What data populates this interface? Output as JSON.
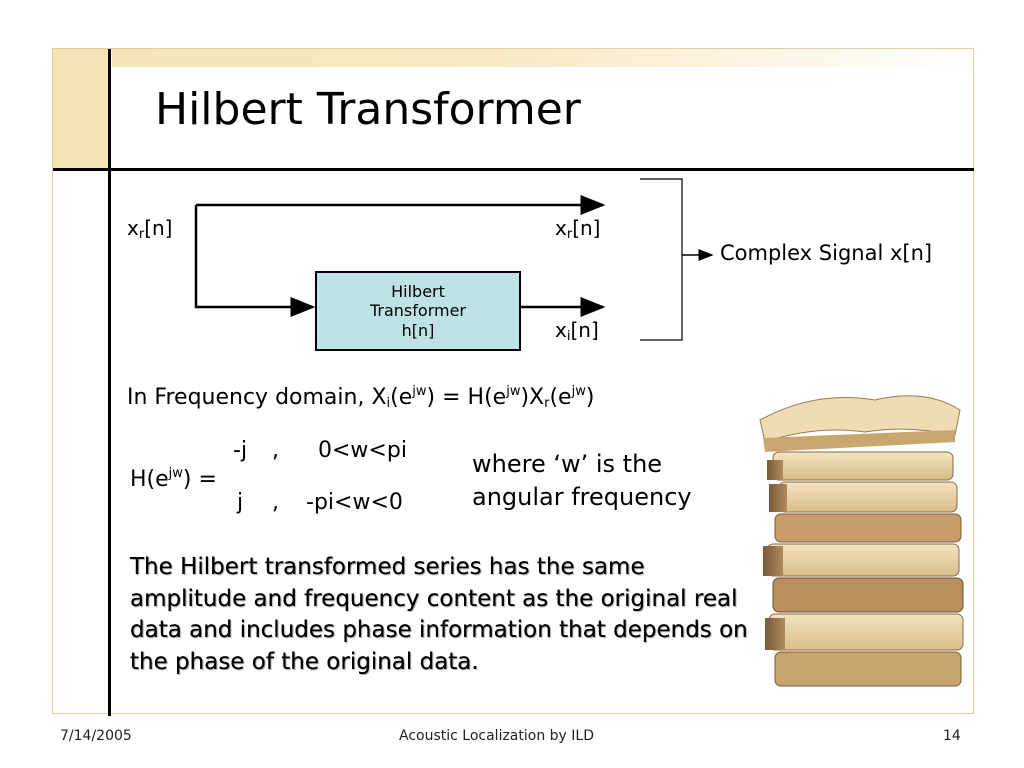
{
  "slide": {
    "title": "Hilbert Transformer",
    "diagram": {
      "input": {
        "base": "x",
        "sub": "r",
        "tail": "[n]"
      },
      "output_real": {
        "base": "x",
        "sub": "r",
        "tail": "[n]"
      },
      "output_imag": {
        "base": "x",
        "sub": "i",
        "tail": "[n]"
      },
      "box_lines": [
        "Hilbert",
        "Transformer",
        "h[n]"
      ],
      "complex_label": "Complex Signal x[n]"
    },
    "freq_eq": {
      "prefix": "In Frequency domain, X",
      "sub_i": "i",
      "p2": "(e",
      "sup1": "jw",
      "p3": ") = H(e",
      "sup2": "jw",
      "p4": ")X",
      "sub_r": "r",
      "p5": "(e",
      "sup3": "jw",
      "p6": ")"
    },
    "h_def": {
      "lhs_a": "H(e",
      "lhs_sup": "jw",
      "lhs_b": ") =",
      "case1_val": "-j",
      "case1_comma": ",",
      "case1_cond": "0<w<pi",
      "case2_val": "j",
      "case2_comma": ",",
      "case2_cond": "-pi<w<0"
    },
    "note": {
      "line1": "where ‘w’ is the",
      "line2": "angular frequency"
    },
    "paragraph": "The Hilbert transformed series has the same amplitude and frequency content as the original real data and includes phase information that depends on the phase of the original data."
  },
  "footer": {
    "date": "7/14/2005",
    "center": "Acoustic Localization by ILD",
    "page": "14"
  },
  "colors": {
    "box_fill": "#bfe3e5",
    "accent_band": "#f6e4b5",
    "frame_line": "#000000"
  }
}
